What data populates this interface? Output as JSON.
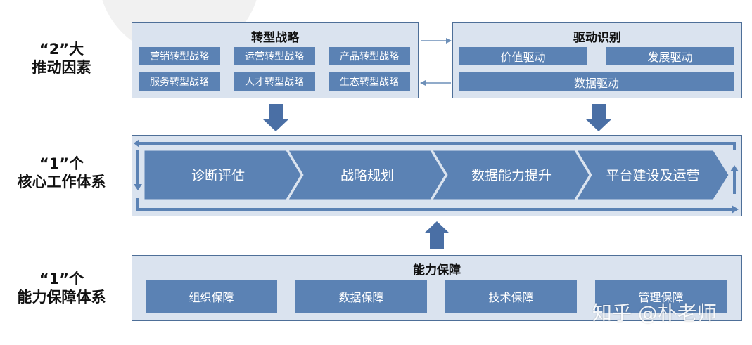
{
  "row_labels": {
    "top": {
      "line1": "“2”大",
      "line2": "推动因素"
    },
    "middle": {
      "line1": "“1”个",
      "line2": "核心工作体系"
    },
    "bottom": {
      "line1": "“1”个",
      "line2": "能力保障体系"
    }
  },
  "transformation_strategy": {
    "title": "转型战略",
    "items": [
      "营销转型战略",
      "运营转型战略",
      "产品转型战略",
      "服务转型战略",
      "人才转型战略",
      "生态转型战略"
    ]
  },
  "driver_identification": {
    "title": "驱动识别",
    "items": [
      "价值驱动",
      "发展驱动",
      "数据驱动"
    ]
  },
  "core_process": {
    "steps": [
      "诊断评估",
      "战略规划",
      "数据能力提升",
      "平台建设及运营"
    ]
  },
  "capability_assurance": {
    "title": "能力保障",
    "items": [
      "组织保障",
      "数据保障",
      "技术保障",
      "管理保障"
    ]
  },
  "watermark": "知乎 @朴老师",
  "colors": {
    "panel_fill": "#dae3ef",
    "panel_border": "#4e6f98",
    "box_fill": "#5b82b4",
    "arrow_fill": "#4a6fa5"
  }
}
